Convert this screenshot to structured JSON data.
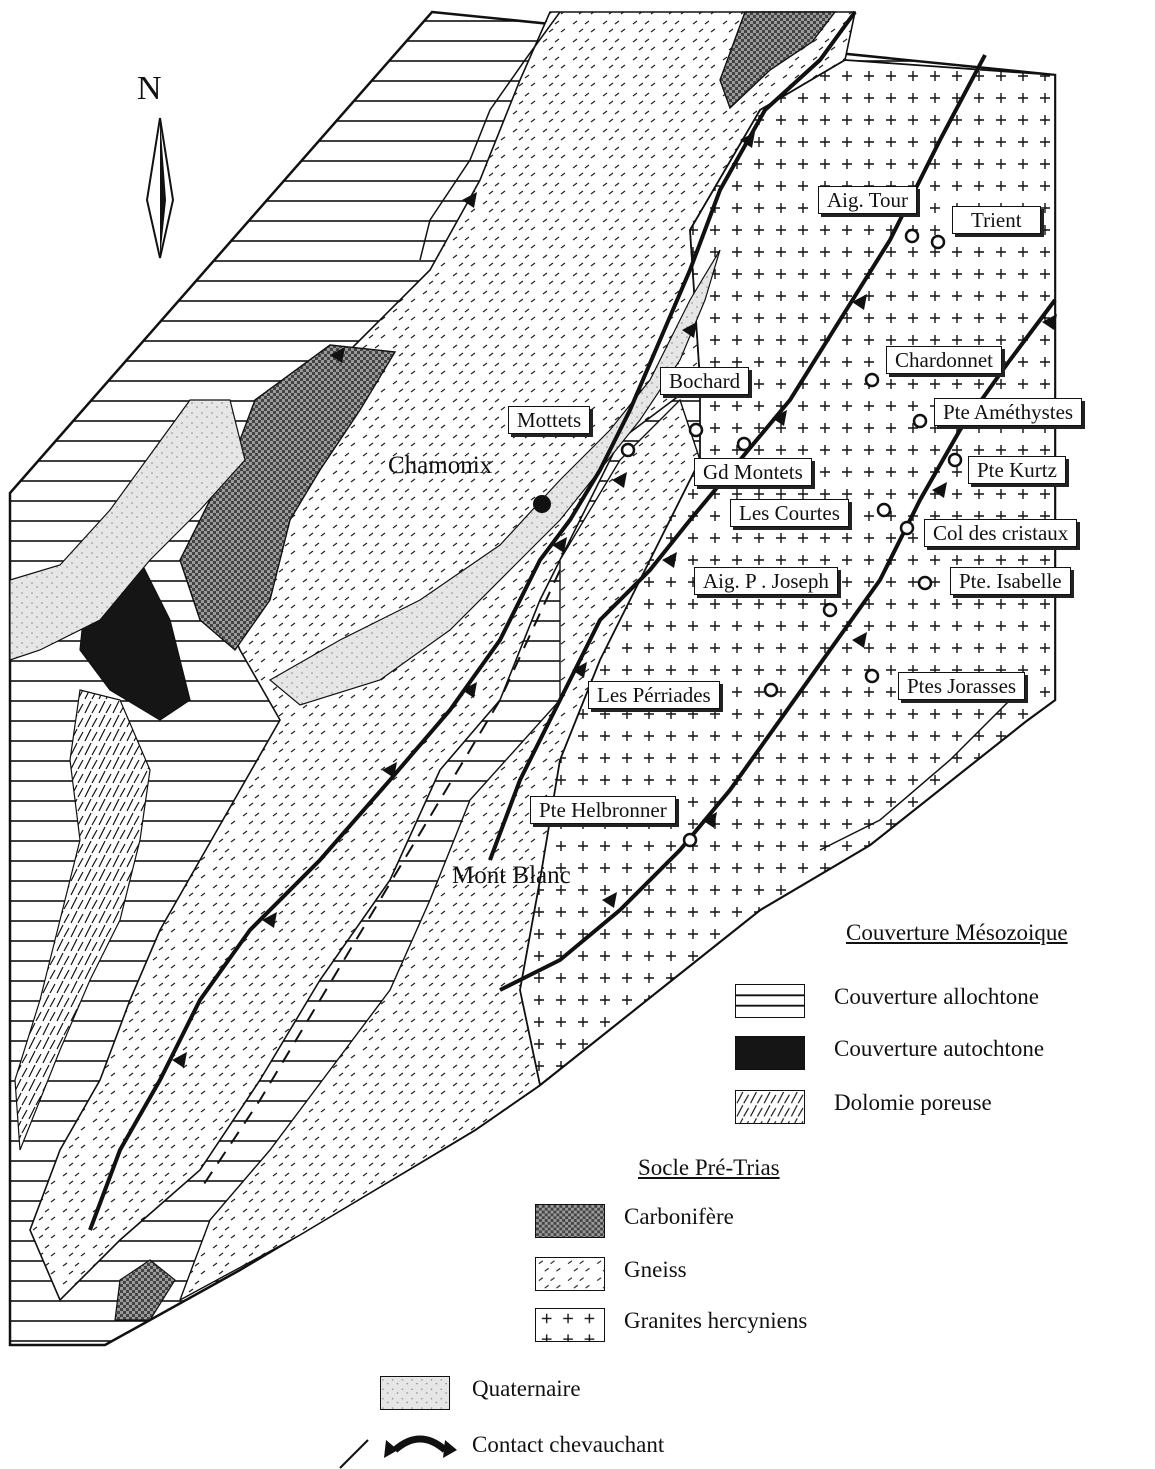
{
  "north_label": "N",
  "cities": [
    {
      "key": "chamonix",
      "label": "Chamonix"
    },
    {
      "key": "mont_blanc",
      "label": "Mont Blanc"
    }
  ],
  "places": [
    {
      "key": "aig_tour",
      "label": "Aig. Tour"
    },
    {
      "key": "trient",
      "label": "Trient"
    },
    {
      "key": "chardonnet",
      "label": "Chardonnet"
    },
    {
      "key": "bochard",
      "label": "Bochard"
    },
    {
      "key": "mottets",
      "label": "Mottets"
    },
    {
      "key": "pte_amethystes",
      "label": "Pte Améthystes"
    },
    {
      "key": "pte_kurtz",
      "label": "Pte Kurtz"
    },
    {
      "key": "gd_montets",
      "label": "Gd Montets"
    },
    {
      "key": "les_courtes",
      "label": "Les Courtes"
    },
    {
      "key": "col_des_cristaux",
      "label": "Col des cristaux"
    },
    {
      "key": "aig_p_joseph",
      "label": "Aig. P . Joseph"
    },
    {
      "key": "pte_isabelle",
      "label": "Pte. Isabelle"
    },
    {
      "key": "les_perriades",
      "label": "Les Pérriades"
    },
    {
      "key": "ptes_jorasses",
      "label": "Ptes Jorasses"
    },
    {
      "key": "pte_helbronner",
      "label": "Pte Helbronner"
    }
  ],
  "legend": {
    "cover_heading": "Couverture Mésozoique",
    "cover_items": [
      {
        "key": "allochtone",
        "label": "Couverture allochtone"
      },
      {
        "key": "autochtone",
        "label": "Couverture autochtone"
      },
      {
        "key": "dolomie",
        "label": "Dolomie poreuse"
      }
    ],
    "socle_heading": "Socle Pré-Trias",
    "socle_items": [
      {
        "key": "carbonifere",
        "label": "Carbonifère"
      },
      {
        "key": "gneiss",
        "label": "Gneiss"
      },
      {
        "key": "granites",
        "label": "Granites hercyniens"
      }
    ],
    "other_items": [
      {
        "key": "quaternaire",
        "label": "Quaternaire"
      },
      {
        "key": "contact",
        "label": "Contact chevauchant"
      }
    ]
  }
}
